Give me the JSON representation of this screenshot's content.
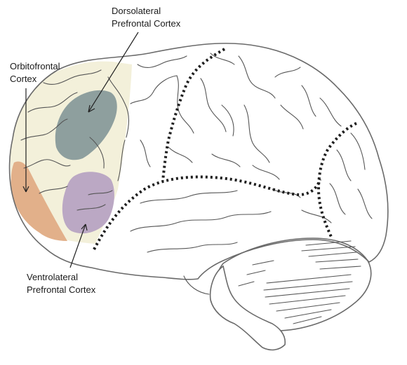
{
  "labels": {
    "dorsolateral": {
      "line1": "Dorsolateral",
      "line2": "Prefrontal Cortex"
    },
    "orbitofrontal": {
      "line1": "Orbitofrontal",
      "line2": "Cortex"
    },
    "ventrolateral": {
      "line1": "Ventrolateral",
      "line2": "Prefrontal Cortex"
    }
  },
  "colors": {
    "prefrontal_region": "#f3f0da",
    "dorsolateral": "#8e9f9e",
    "orbitofrontal": "#e2b08a",
    "ventrolateral": "#bba8c4",
    "outline": "#6a6a6a",
    "sulci": "#555555",
    "boundary": "#1f1f1f"
  }
}
